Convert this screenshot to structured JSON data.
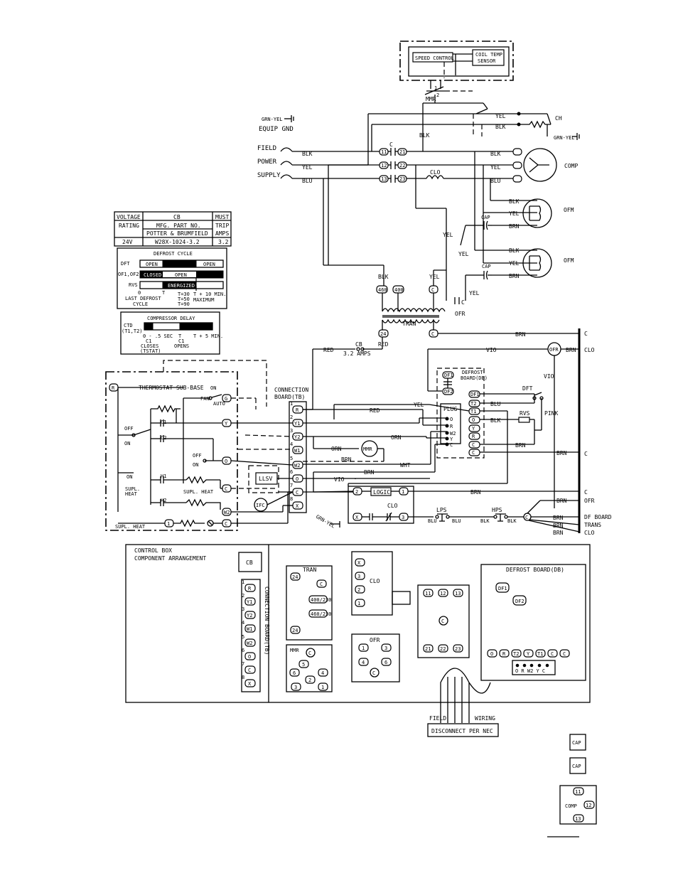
{
  "wire_labels": {
    "grn_yel_top": "GRN-YEL",
    "equip_gnd": "EQUIP GND",
    "field": "FIELD",
    "power": "POWER",
    "supply": "SUPPLY",
    "blk": "BLK",
    "yel": "YEL",
    "blu": "BLU",
    "brn": "BRN",
    "red": "RED",
    "vio": "VIO",
    "orn": "ORN",
    "wht": "WHT",
    "pink": "PINK",
    "grn_yel_ch": "GRN-YEL",
    "grn_yel_tb": "GRN-YEL"
  },
  "components": {
    "speed_control": "SPEED CONTROL",
    "coil_temp_sensor_1": "COIL TEMP",
    "coil_temp_sensor_2": "SENSOR",
    "mmr": "MMR",
    "mmr_num_1": "1",
    "mmr_num_2": "2",
    "ch": "CH",
    "comp": "COMP",
    "ofm_1": "OFM",
    "ofm_2": "OFM",
    "cap_1": "CAP",
    "cap_2": "CAP",
    "clo": "CLO",
    "c": "C",
    "tran": "TRAN",
    "ofr": "OFR",
    "cb": "CB",
    "cb_amps": "3.2 AMPS",
    "dft": "DFT",
    "rvs": "RVS",
    "plug": "PLUG",
    "defrost_board_1": "DEFROST",
    "defrost_board_2": "BOARD(DB)",
    "logic": "LOGIC",
    "lps": "LPS",
    "hps": "HPS",
    "llsv": "LLSV",
    "ifc": "IFC",
    "connection_board_1": "CONNECTION",
    "connection_board_2": "BOARD(TB)",
    "thermostat_sub_base": "THERMOSTAT SUB-BASE",
    "fan": "FAN",
    "on": "ON",
    "auto": "AUTO",
    "off": "OFF",
    "c1": "C1",
    "c2": "C2",
    "h1": "H1",
    "h2": "H2",
    "supl_heat": "SUPL. HEAT",
    "supl": "SUPL.",
    "heat": "HEAT"
  },
  "right_bus": {
    "c_top": "C",
    "clo": "CLO",
    "c_mid": "C",
    "c_low": "C",
    "ofr": "OFR",
    "df_board": "DF BOARD",
    "trans": "TRANS",
    "clo_low": "CLO"
  },
  "terminals": {
    "t11": "11",
    "t21": "21",
    "t12": "12",
    "t22": "22",
    "t13": "13",
    "t23": "23",
    "t460": "460",
    "t400": "400",
    "tc": "C",
    "t24": "24",
    "tb": [
      "R",
      "Y1",
      "Y2",
      "W1",
      "W2",
      "O",
      "C",
      "X"
    ],
    "tb_nums": [
      "1",
      "2",
      "3",
      "4",
      "5",
      "6",
      "7",
      "8"
    ],
    "db_top": [
      "DF1",
      "DF2"
    ],
    "db_side": [
      "DF1",
      "T2",
      "T1",
      "O",
      "Y",
      "R",
      "C",
      "C"
    ],
    "plug_pins": [
      "O",
      "R",
      "W2",
      "Y",
      "C"
    ],
    "logic_pins": [
      "2",
      "1",
      "X",
      "3"
    ],
    "sub_base": [
      "R",
      "G",
      "Y",
      "O",
      "C",
      "W2",
      "C"
    ]
  },
  "cb_table": {
    "headers": [
      "VOLTAGE",
      "CB",
      "MUST"
    ],
    "row2": [
      "RATING",
      "MFG. PART NO.",
      "TRIP"
    ],
    "row3": [
      "",
      "POTTER & BRUMFIELD",
      "AMPS"
    ],
    "row4": [
      "24V",
      "W28X-1024-3.2",
      "3.2"
    ]
  },
  "defrost_cycle": {
    "title": "DEFROST CYCLE",
    "rows": [
      {
        "label": "DFT",
        "seg1": "OPEN",
        "seg2": "",
        "seg3": "OPEN"
      },
      {
        "label": "OF1,OF2",
        "seg1": "CLOSED",
        "seg2": "OPEN",
        "seg3": ""
      },
      {
        "label": "RVS",
        "seg1": "",
        "seg2": "ENERGIZED",
        "seg3": ""
      }
    ],
    "foot": [
      "0",
      "LAST DEFROST",
      "CYCLE",
      "T",
      "T=30",
      "T=50",
      "T=90",
      "T + 10 MIN.",
      "MAXIMUM"
    ]
  },
  "compressor_delay": {
    "title": "COMPRESSOR DELAY",
    "label_1": "CTD",
    "label_2": "(T1,T2)",
    "foot": [
      "0 - .5 SEC",
      "C1",
      "CLOSES",
      "(TSTAT)",
      "T",
      "C1",
      "OPENS",
      "T + 5 MIN."
    ]
  },
  "control_box": {
    "title_1": "CONTROL BOX",
    "title_2": "COMPONENT ARRANGEMENT",
    "cb": "CB",
    "connection_board_vertical": "CONNECTION BOARD(TB)",
    "tb_labels": [
      "R",
      "Y1",
      "Y2",
      "W1",
      "W2",
      "O",
      "C",
      "X"
    ],
    "tb_nums": [
      "1",
      "2",
      "3",
      "4",
      "5",
      "6",
      "7",
      "8"
    ],
    "tran": "TRAN",
    "tran_terms": [
      "24",
      "C",
      "400/230",
      "460/230",
      "24"
    ],
    "clo": "CLO",
    "clo_terms": [
      "X",
      "3",
      "2",
      "1"
    ],
    "contactor_terms": [
      "11",
      "12",
      "13",
      "C",
      "21",
      "22",
      "23"
    ],
    "mmr": "MMR",
    "mmr_terms": [
      "C",
      "5",
      "6",
      "4",
      "2",
      "3",
      "1"
    ],
    "ofr": "OFR",
    "ofr_terms": [
      "1",
      "3",
      "4",
      "6",
      "C"
    ],
    "defrost_board": "DEFROST BOARD(DB)",
    "db_terms_top": [
      "DF1",
      "DF2"
    ],
    "db_terms_row": [
      "O",
      "R",
      "T2",
      "Y",
      "T1",
      "C",
      "C"
    ],
    "db_plug": "O R W2 Y C",
    "field_wiring_1": "FIELD",
    "field_wiring_2": "WIRING",
    "disconnect": "DISCONNECT PER NEC",
    "cap_1": "CAP",
    "cap_2": "CAP",
    "comp": "COMP",
    "comp_terms": [
      "11",
      "12",
      "13"
    ]
  }
}
